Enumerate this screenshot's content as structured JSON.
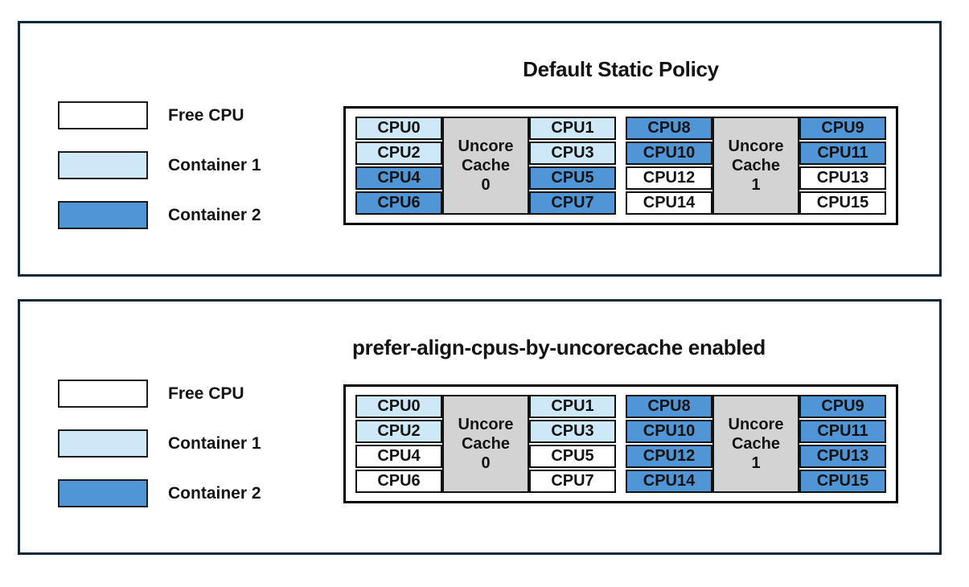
{
  "colors": {
    "free_cpu": "#ffffff",
    "container1": "#cfe8f7",
    "container2": "#5096d6",
    "uncore_cache_fill": "#d3d3d3",
    "panel_border": "#0d2838",
    "cell_border": "#111111"
  },
  "legend": {
    "items": [
      {
        "label": "Free CPU",
        "state": "free"
      },
      {
        "label": "Container 1",
        "state": "container1"
      },
      {
        "label": "Container 2",
        "state": "container2"
      }
    ]
  },
  "panels": [
    {
      "title": "Default Static Policy",
      "blocks": [
        {
          "cache_lines": [
            "Uncore",
            "Cache",
            "0"
          ],
          "left": [
            {
              "label": "CPU0",
              "state": "container1"
            },
            {
              "label": "CPU2",
              "state": "container1"
            },
            {
              "label": "CPU4",
              "state": "container2"
            },
            {
              "label": "CPU6",
              "state": "container2"
            }
          ],
          "right": [
            {
              "label": "CPU1",
              "state": "container1"
            },
            {
              "label": "CPU3",
              "state": "container1"
            },
            {
              "label": "CPU5",
              "state": "container2"
            },
            {
              "label": "CPU7",
              "state": "container2"
            }
          ]
        },
        {
          "cache_lines": [
            "Uncore",
            "Cache",
            "1"
          ],
          "left": [
            {
              "label": "CPU8",
              "state": "container2"
            },
            {
              "label": "CPU10",
              "state": "container2"
            },
            {
              "label": "CPU12",
              "state": "free"
            },
            {
              "label": "CPU14",
              "state": "free"
            }
          ],
          "right": [
            {
              "label": "CPU9",
              "state": "container2"
            },
            {
              "label": "CPU11",
              "state": "container2"
            },
            {
              "label": "CPU13",
              "state": "free"
            },
            {
              "label": "CPU15",
              "state": "free"
            }
          ]
        }
      ]
    },
    {
      "title": "prefer-align-cpus-by-uncorecache enabled",
      "blocks": [
        {
          "cache_lines": [
            "Uncore",
            "Cache",
            "0"
          ],
          "left": [
            {
              "label": "CPU0",
              "state": "container1"
            },
            {
              "label": "CPU2",
              "state": "container1"
            },
            {
              "label": "CPU4",
              "state": "free"
            },
            {
              "label": "CPU6",
              "state": "free"
            }
          ],
          "right": [
            {
              "label": "CPU1",
              "state": "container1"
            },
            {
              "label": "CPU3",
              "state": "container1"
            },
            {
              "label": "CPU5",
              "state": "free"
            },
            {
              "label": "CPU7",
              "state": "free"
            }
          ]
        },
        {
          "cache_lines": [
            "Uncore",
            "Cache",
            "1"
          ],
          "left": [
            {
              "label": "CPU8",
              "state": "container2"
            },
            {
              "label": "CPU10",
              "state": "container2"
            },
            {
              "label": "CPU12",
              "state": "container2"
            },
            {
              "label": "CPU14",
              "state": "container2"
            }
          ],
          "right": [
            {
              "label": "CPU9",
              "state": "container2"
            },
            {
              "label": "CPU11",
              "state": "container2"
            },
            {
              "label": "CPU13",
              "state": "container2"
            },
            {
              "label": "CPU15",
              "state": "container2"
            }
          ]
        }
      ]
    }
  ]
}
